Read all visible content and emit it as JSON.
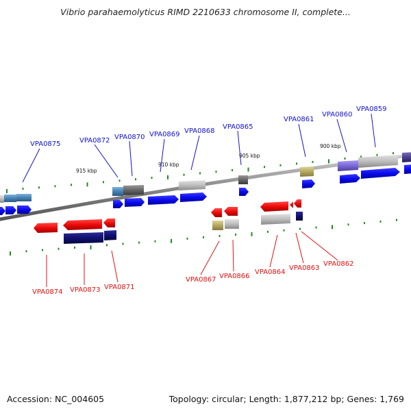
{
  "title": "Vibrio parahaemolyticus RIMD 2210633 chromosome II, complete...",
  "footer": {
    "accession": "Accession: NC_004605",
    "summary": "Topology: circular; Length: 1,877,212 bp; Genes: 1,769"
  },
  "colors": {
    "forward_label": "#1010d0",
    "reverse_label": "#e01010",
    "forward_gene": "#0a0aee",
    "reverse_gene": "#ee0a0a",
    "tick": "#1f8a1f",
    "backbone": "#888888"
  },
  "scale_labels": [
    "915 kbp",
    "910 kbp",
    "905 kbp",
    "900 kbp"
  ],
  "forward_labels": [
    "VPA0875",
    "VPA0872",
    "VPA0870",
    "VPA0869",
    "VPA0868",
    "VPA0865",
    "VPA0861",
    "VPA0860",
    "VPA0859"
  ],
  "reverse_labels": [
    "VPA0874",
    "VPA0873",
    "VPA0871",
    "VPA0867",
    "VPA0866",
    "VPA0864",
    "VPA0863",
    "VPA0862"
  ]
}
